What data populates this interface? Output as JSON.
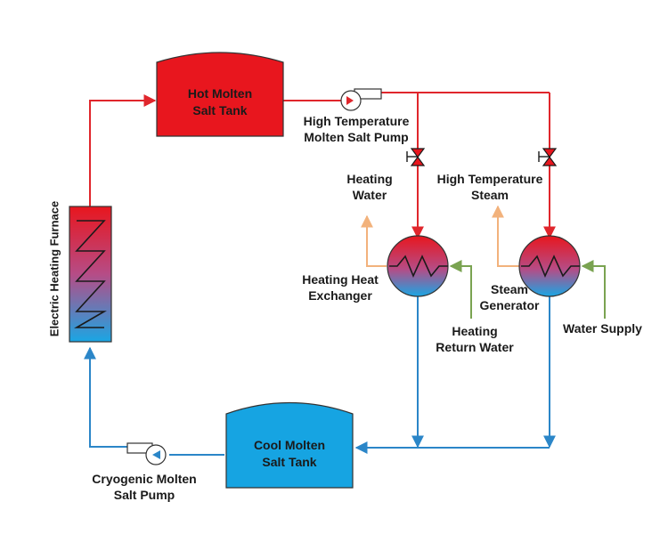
{
  "colors": {
    "hot": "#e8161e",
    "cool": "#16a4e2",
    "hot_line": "#e0262c",
    "cool_line": "#2b86c8",
    "steam_line": "#f2b27c",
    "water_line": "#7aa351",
    "outline": "#333333"
  },
  "tanks": {
    "hot": {
      "line1": "Hot Molten",
      "line2": "Salt Tank"
    },
    "cool": {
      "line1": "Cool Molten",
      "line2": "Salt Tank"
    }
  },
  "labels": {
    "furnace": "Electric Heating Furnace",
    "hot_pump": {
      "line1": "High Temperature",
      "line2": "Molten Salt Pump"
    },
    "cryo_pump": {
      "line1": "Cryogenic Molten",
      "line2": "Salt Pump"
    },
    "heating_water": {
      "line1": "Heating",
      "line2": "Water"
    },
    "hp_steam": {
      "line1": "High Temperature",
      "line2": "Steam"
    },
    "heat_exchanger": {
      "line1": "Heating Heat",
      "line2": "Exchanger"
    },
    "steam_generator": {
      "line1": "Steam",
      "line2": "Generator"
    },
    "heating_return": {
      "line1": "Heating",
      "line2": "Return Water"
    },
    "water_supply": "Water Supply"
  },
  "icons": [
    "pump-icon",
    "valve-icon",
    "heat-exchanger-icon",
    "furnace-coil-icon",
    "arrow-icon"
  ]
}
